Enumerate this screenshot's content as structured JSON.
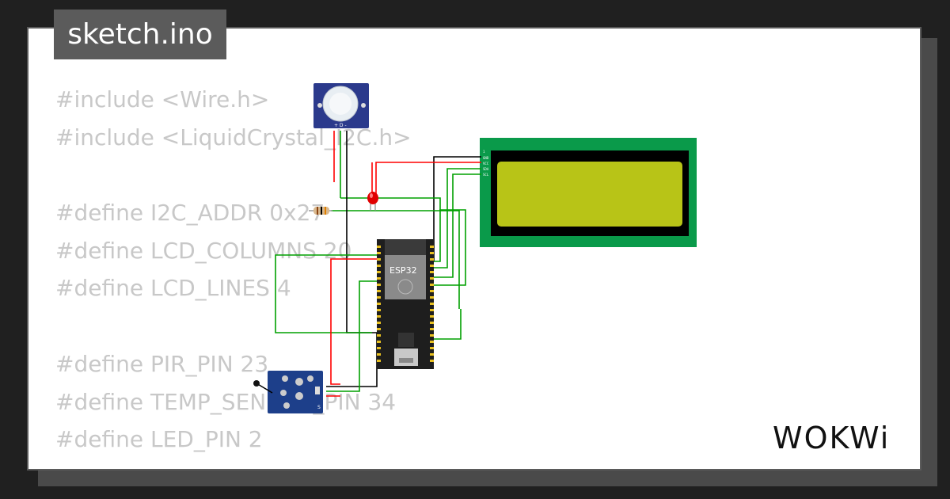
{
  "tab": {
    "title": "sketch.ino"
  },
  "code_lines": [
    "#include <Wire.h>",
    "#include <LiquidCrystal_I2C.h>",
    "",
    "#define I2C_ADDR 0x27",
    "#define LCD_COLUMNS 20",
    "#define LCD_LINES 4",
    "",
    "#define PIR_PIN 23",
    "#define TEMP_SENSOR_PIN 34",
    "#define LED_PIN 2"
  ],
  "components": {
    "esp32": {
      "label": "ESP32"
    },
    "lcd": {
      "pins": [
        "1",
        "GND",
        "VCC",
        "SDA",
        "SCL"
      ],
      "panel_color": "#b8c417",
      "board_color": "#0a9a4a"
    },
    "pir": {
      "pin_labels": "+ D -"
    },
    "temp_sensor": {
      "pin_label": "S"
    }
  },
  "wire_colors": {
    "red": "#ff0000",
    "green": "#00a000",
    "black": "#000000"
  },
  "brand": {
    "logo": "WOKWi"
  }
}
